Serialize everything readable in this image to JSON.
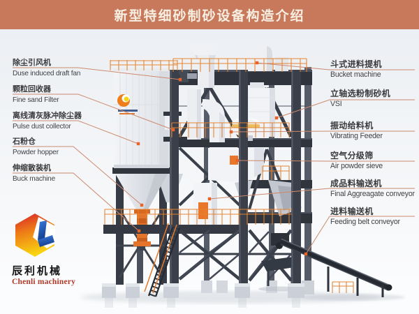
{
  "title": "新型特细砂制砂设备构造介绍",
  "labels": {
    "left": [
      {
        "cn": "除尘引风机",
        "en": "Duse induced draft fan"
      },
      {
        "cn": "颗粒回收器",
        "en": "Fine sand Filter"
      },
      {
        "cn": "离线清灰脉冲除尘器",
        "en": "Pulse dust collector"
      },
      {
        "cn": "石粉仓",
        "en": "Powder hopper"
      },
      {
        "cn": "伸缩散装机",
        "en": "Buck machine"
      }
    ],
    "right": [
      {
        "cn": "斗式进料提机",
        "en": "Bucket machine"
      },
      {
        "cn": "立轴选粉制砂机",
        "en": "VSI"
      },
      {
        "cn": "振动给料机",
        "en": "Vibrating Feeder"
      },
      {
        "cn": "空气分级筛",
        "en": "Air powder sieve"
      },
      {
        "cn": "成品料输送机",
        "en": "Final Aggreagate conveyor"
      },
      {
        "cn": "进料输送机",
        "en": "Feeding belt conveyor"
      }
    ]
  },
  "brand": {
    "cn": "辰利机械",
    "en": "Chenli machinery"
  },
  "colors": {
    "banner_bg": "#c8795c",
    "banner_text": "#f7efe2",
    "label_cn": "#3a3a3c",
    "label_en": "#414144",
    "leader": "#cd8a6e",
    "dot": "#e8632a",
    "railing": "#e07a2e",
    "steel": "#3a3f4a",
    "brand_cn": "#141414",
    "brand_en": "#b23a2b"
  }
}
